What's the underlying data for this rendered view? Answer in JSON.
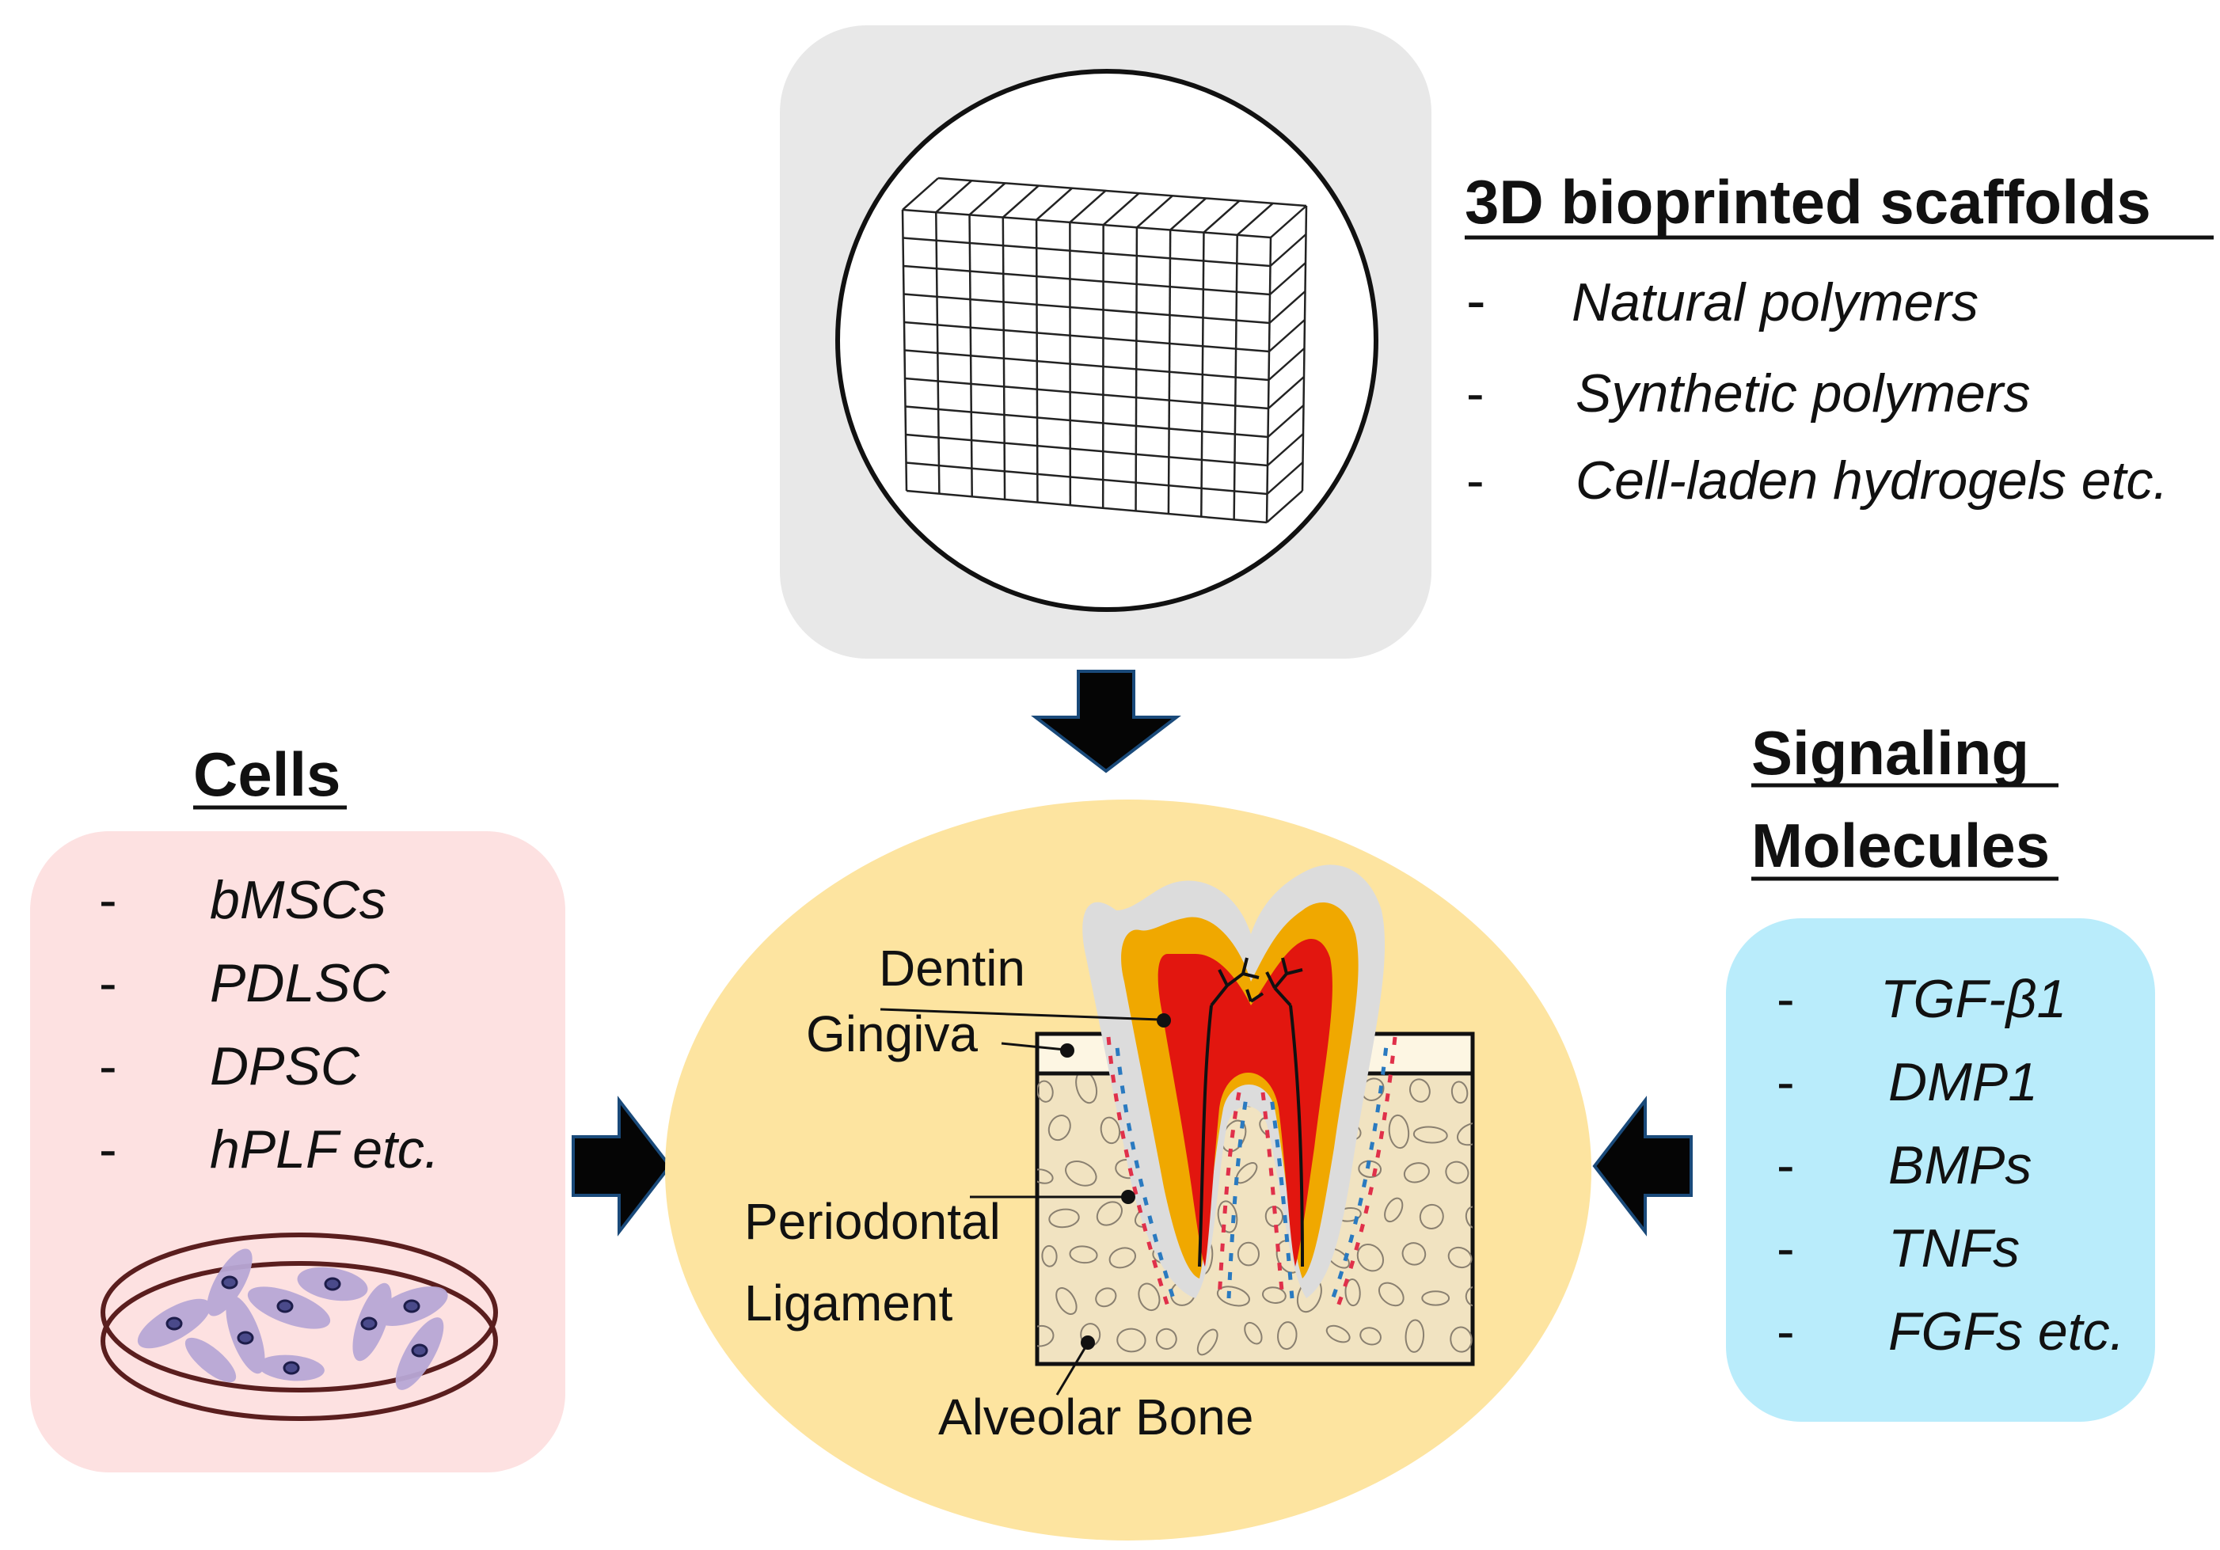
{
  "scaffolds": {
    "heading": "3D bioprinted scaffolds",
    "items": [
      "Natural polymers",
      "Synthetic polymers",
      "Cell-laden hydrogels etc."
    ]
  },
  "cells": {
    "heading": "Cells",
    "items": [
      "bMSCs",
      "PDLSC",
      "DPSC",
      "hPLF etc."
    ]
  },
  "signaling": {
    "heading_line1": "Signaling",
    "heading_line2": "Molecules",
    "items": [
      "TGF-β1",
      "DMP1",
      "BMPs",
      "TNFs",
      "FGFs etc."
    ]
  },
  "tooth_labels": {
    "dentin": "Dentin",
    "gingiva": "Gingiva",
    "periodontal_line1": "Periodontal",
    "periodontal_line2": "Ligament",
    "alveolar_bone": "Alveolar Bone"
  },
  "colors": {
    "scaffold_panel": "#e8e8e8",
    "cells_panel": "#fde1e1",
    "signaling_panel": "#b9ecfb",
    "center_ellipse": "#fde4a0",
    "enamel": "#dcdcdc",
    "dentin": "#f0a800",
    "pulp": "#e2160f",
    "bone": "#f1e3c1",
    "arrow": "#050505"
  }
}
